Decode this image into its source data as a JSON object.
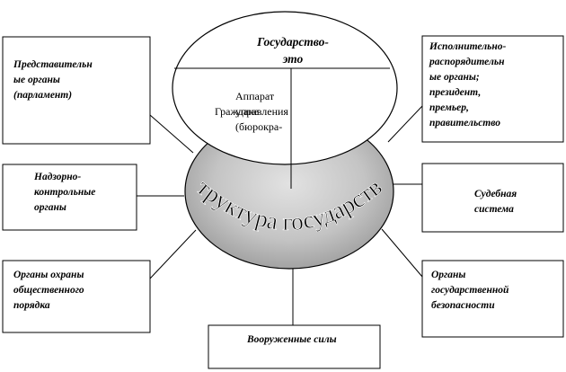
{
  "diagram": {
    "top": {
      "title": "Государство-\nэто",
      "left_text": "Граждане",
      "right_text": "Аппарат\nуправления\n(бюрокра-"
    },
    "center": {
      "arc_text": "структура государства"
    },
    "boxes": {
      "representative": "Представительн\nые органы\n(парламент)",
      "supervisory": "Надзорно-\nконтрольные\nорганы",
      "public_order": "Органы охраны\nобщественного\nпорядка",
      "executive": "Исполнительно-\nраспорядительн\nые органы;\nпрезидент,\nпремьер,\nправительство",
      "judicial": "Судебная\nсистема",
      "security": "Органы\nгосударственной\nбезопасности",
      "armed_forces": "Вооруженные силы"
    }
  }
}
